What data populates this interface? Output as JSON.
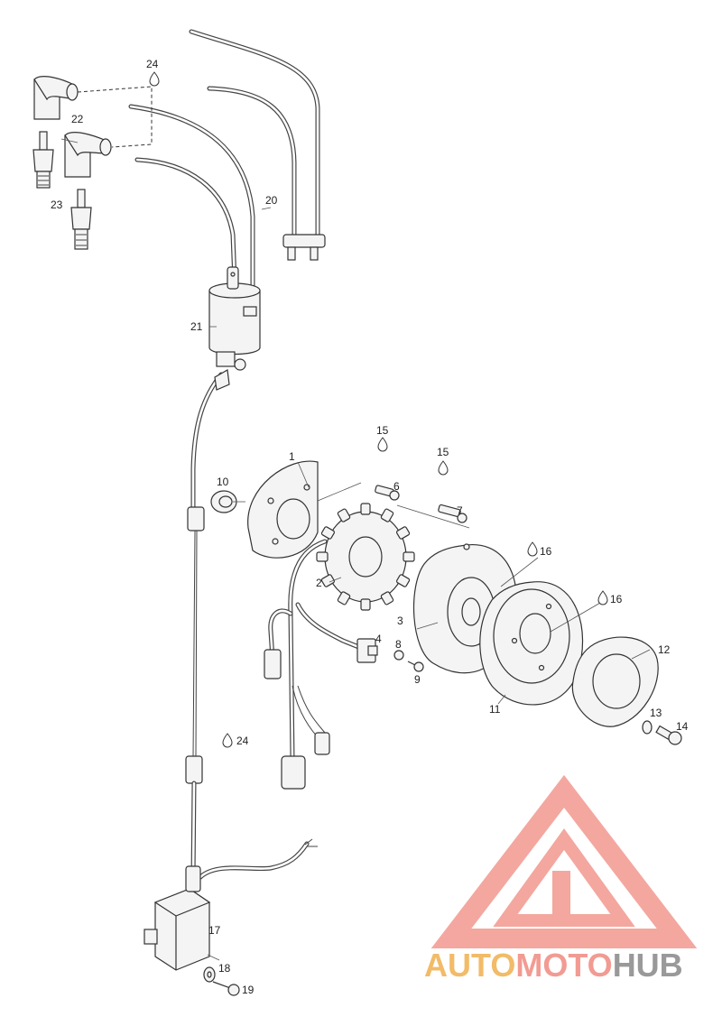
{
  "callouts": [
    {
      "id": "c1",
      "text": "1"
    },
    {
      "id": "c2",
      "text": "2"
    },
    {
      "id": "c3",
      "text": "3"
    },
    {
      "id": "c4",
      "text": "4"
    },
    {
      "id": "c6",
      "text": "6"
    },
    {
      "id": "c7",
      "text": "7"
    },
    {
      "id": "c8",
      "text": "8"
    },
    {
      "id": "c9",
      "text": "9"
    },
    {
      "id": "c10",
      "text": "10"
    },
    {
      "id": "c11",
      "text": "11"
    },
    {
      "id": "c12",
      "text": "12"
    },
    {
      "id": "c13",
      "text": "13"
    },
    {
      "id": "c14",
      "text": "14"
    },
    {
      "id": "c15a",
      "text": "15"
    },
    {
      "id": "c15b",
      "text": "15"
    },
    {
      "id": "c16a",
      "text": "16"
    },
    {
      "id": "c16b",
      "text": "16"
    },
    {
      "id": "c17",
      "text": "17"
    },
    {
      "id": "c18",
      "text": "18"
    },
    {
      "id": "c19",
      "text": "19"
    },
    {
      "id": "c20",
      "text": "20"
    },
    {
      "id": "c21",
      "text": "21"
    },
    {
      "id": "c22",
      "text": "22"
    },
    {
      "id": "c23",
      "text": "23"
    },
    {
      "id": "c24a",
      "text": "24"
    },
    {
      "id": "c24b",
      "text": "24"
    }
  ],
  "watermark": {
    "part1": "AUTO",
    "part2": "MOTO",
    "part3": "HUB",
    "colors": {
      "auto": "#f0b04e",
      "moto": "#f08a80",
      "hub": "#888888",
      "triangle": "#f08a80"
    }
  }
}
